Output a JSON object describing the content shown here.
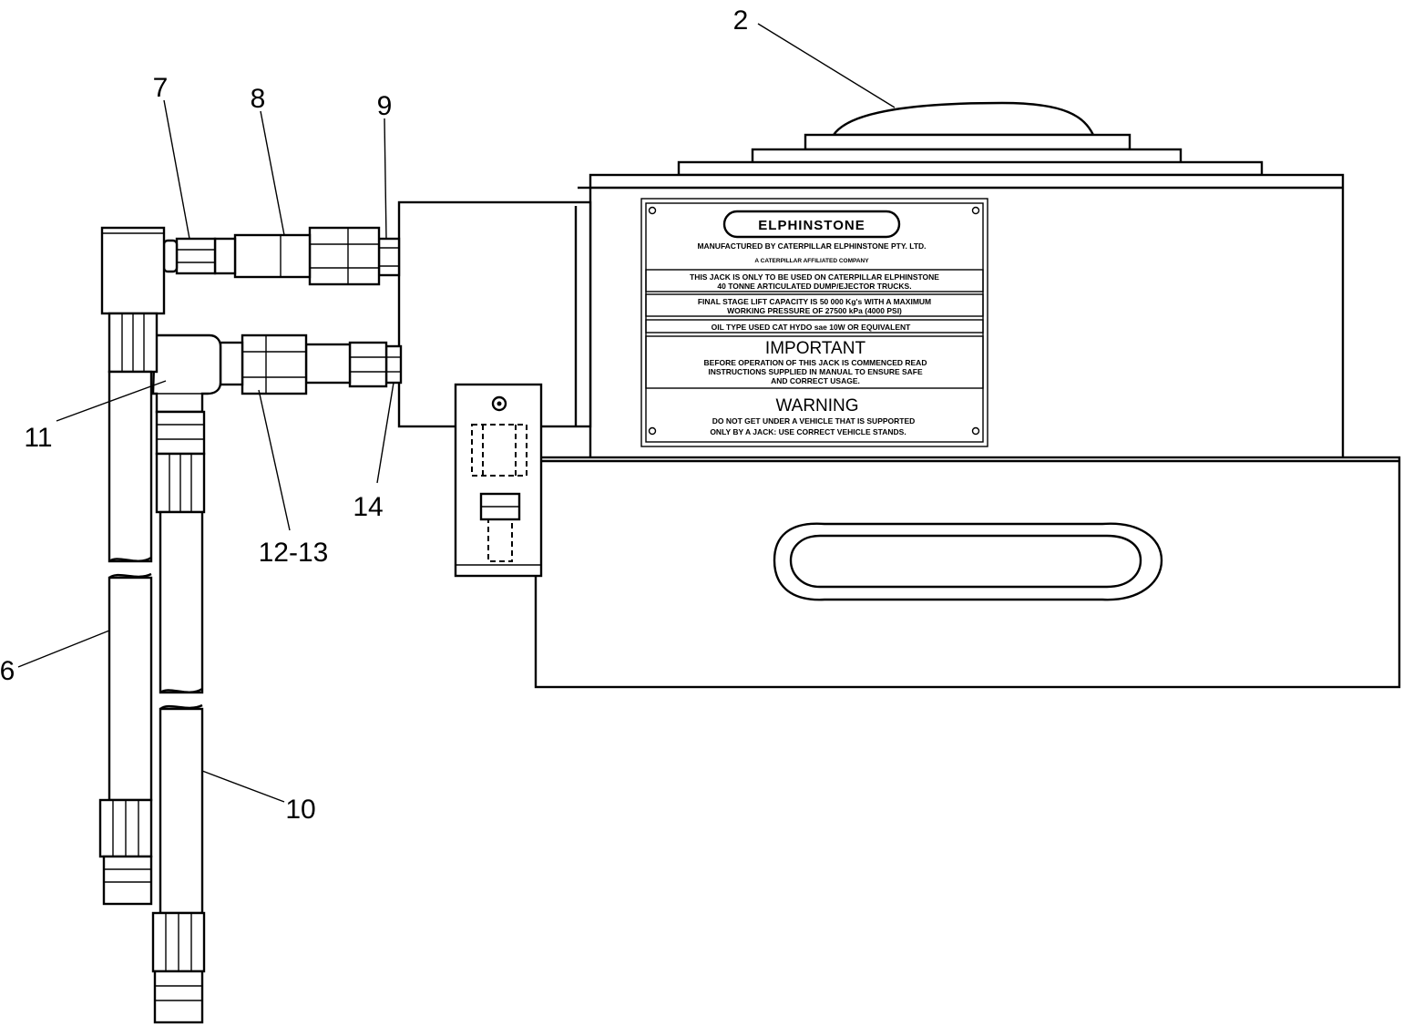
{
  "callouts": {
    "c2": "2",
    "c7": "7",
    "c8": "8",
    "c9": "9",
    "c11": "11",
    "c6": "6",
    "c10": "10",
    "c12_13": "12-13",
    "c14": "14"
  },
  "plate": {
    "brand": "ELPHINSTONE",
    "manufacturer": "MANUFACTURED BY CATERPILLAR ELPHINSTONE PTY. LTD.",
    "affiliate": "A CATERPILLAR AFFILIATED COMPANY",
    "usage_line1": "THIS JACK IS ONLY TO BE USED ON CATERPILLAR ELPHINSTONE",
    "usage_line2": "40 TONNE ARTICULATED DUMP/EJECTOR TRUCKS.",
    "capacity_line1": "FINAL STAGE LIFT CAPACITY IS 50 000 Kg's WITH A MAXIMUM",
    "capacity_line2": "WORKING PRESSURE OF 27500 kPa (4000 PSI)",
    "oil_line": "OIL TYPE USED CAT HYDO sae 10W OR EQUIVALENT",
    "important_heading": "IMPORTANT",
    "important_line1": "BEFORE OPERATION OF THIS JACK IS COMMENCED READ",
    "important_line2": "INSTRUCTIONS SUPPLIED IN MANUAL TO ENSURE SAFE",
    "important_line3": "AND CORRECT USAGE.",
    "warning_heading": "WARNING",
    "warning_line1": "DO NOT GET UNDER A VEHICLE THAT IS SUPPORTED",
    "warning_line2": "ONLY BY A JACK: USE CORRECT VEHICLE STANDS."
  }
}
